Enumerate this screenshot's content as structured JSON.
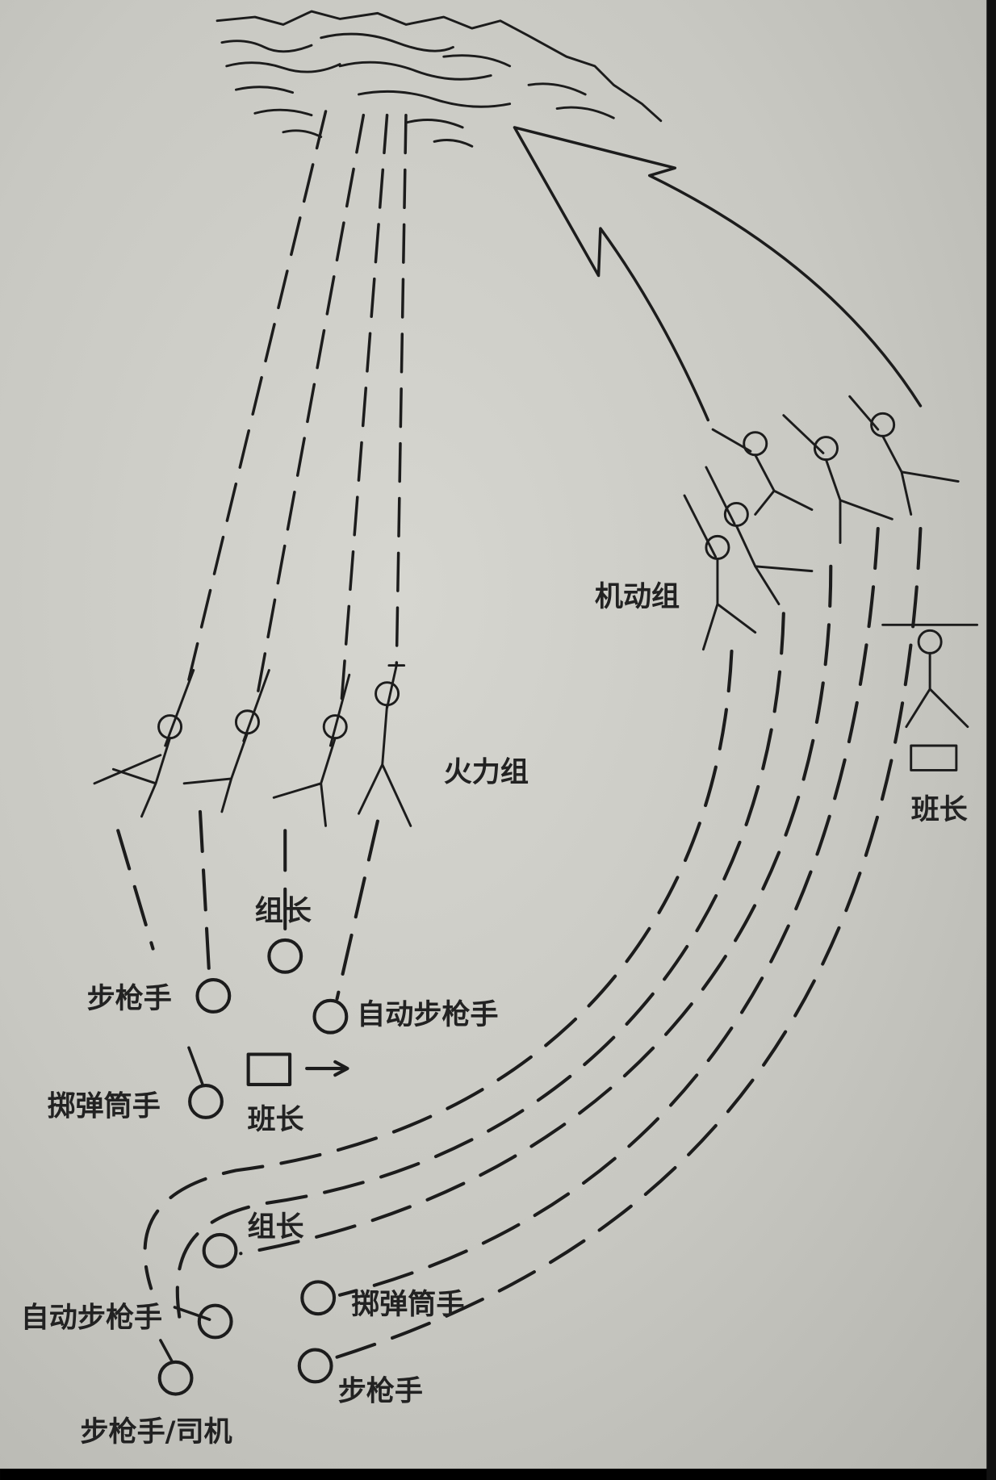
{
  "groups": {
    "mobile_group": "机动组",
    "fire_group": "火力组"
  },
  "top_right": {
    "squad_leader": "班长"
  },
  "fire_team": {
    "team_leader": "组长",
    "rifleman": "步枪手",
    "automatic_rifleman": "自动步枪手",
    "grenadier": "掷弹筒手",
    "squad_leader": "班长"
  },
  "mobile_team": {
    "team_leader": "组长",
    "grenadier": "掷弹筒手",
    "automatic_rifleman": "自动步枪手",
    "rifleman_driver": "步枪手/司机",
    "rifleman": "步枪手"
  },
  "colors": {
    "paper": "#c9c9c3",
    "ink": "#1c1c1c"
  }
}
